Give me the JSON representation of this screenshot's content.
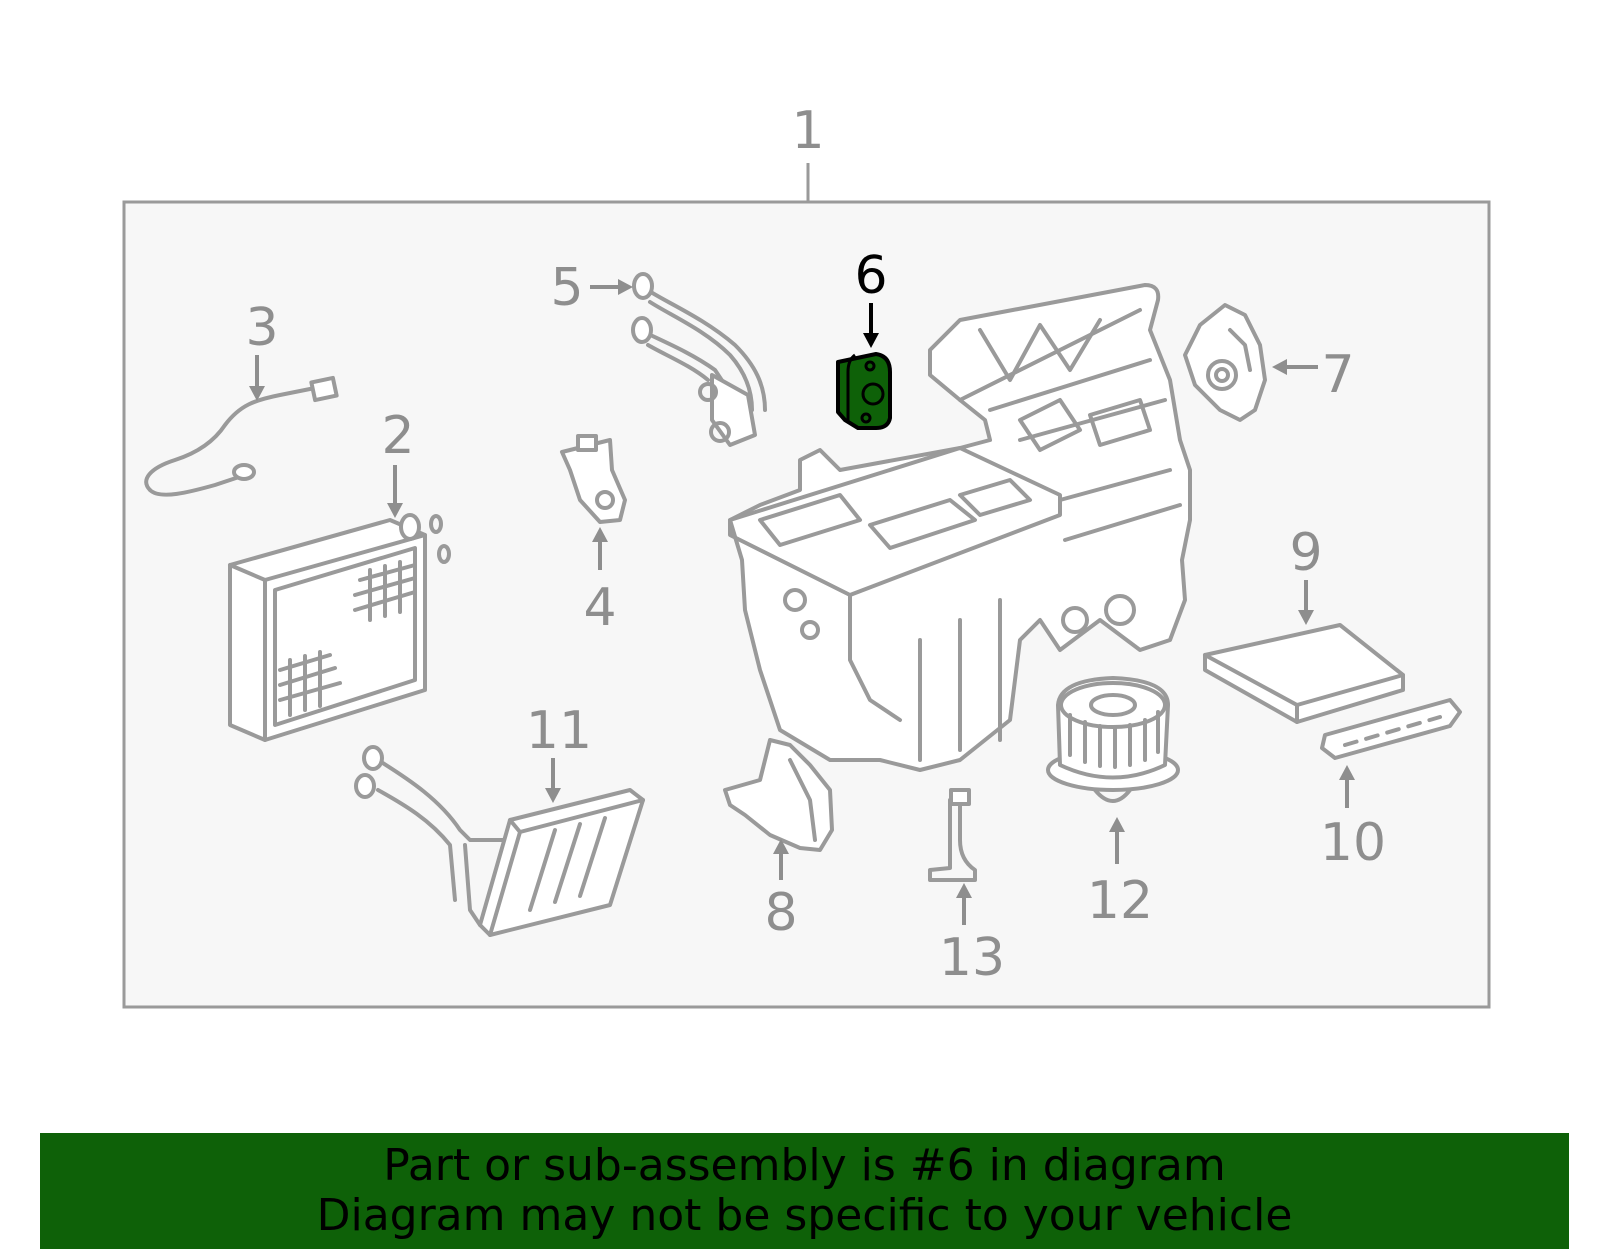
{
  "diagram": {
    "highlighted_part": "6",
    "callouts": [
      "1",
      "2",
      "3",
      "4",
      "5",
      "6",
      "7",
      "8",
      "9",
      "10",
      "11",
      "12",
      "13"
    ],
    "colors": {
      "highlight": "#0e6108",
      "outline": "#9a9a9a",
      "label": "#8e8e8e",
      "panel_background": "#f7f7f7"
    }
  },
  "banner": {
    "line1": "Part or sub-assembly is #6 in diagram",
    "line2": "Diagram may not be specific to your vehicle"
  }
}
